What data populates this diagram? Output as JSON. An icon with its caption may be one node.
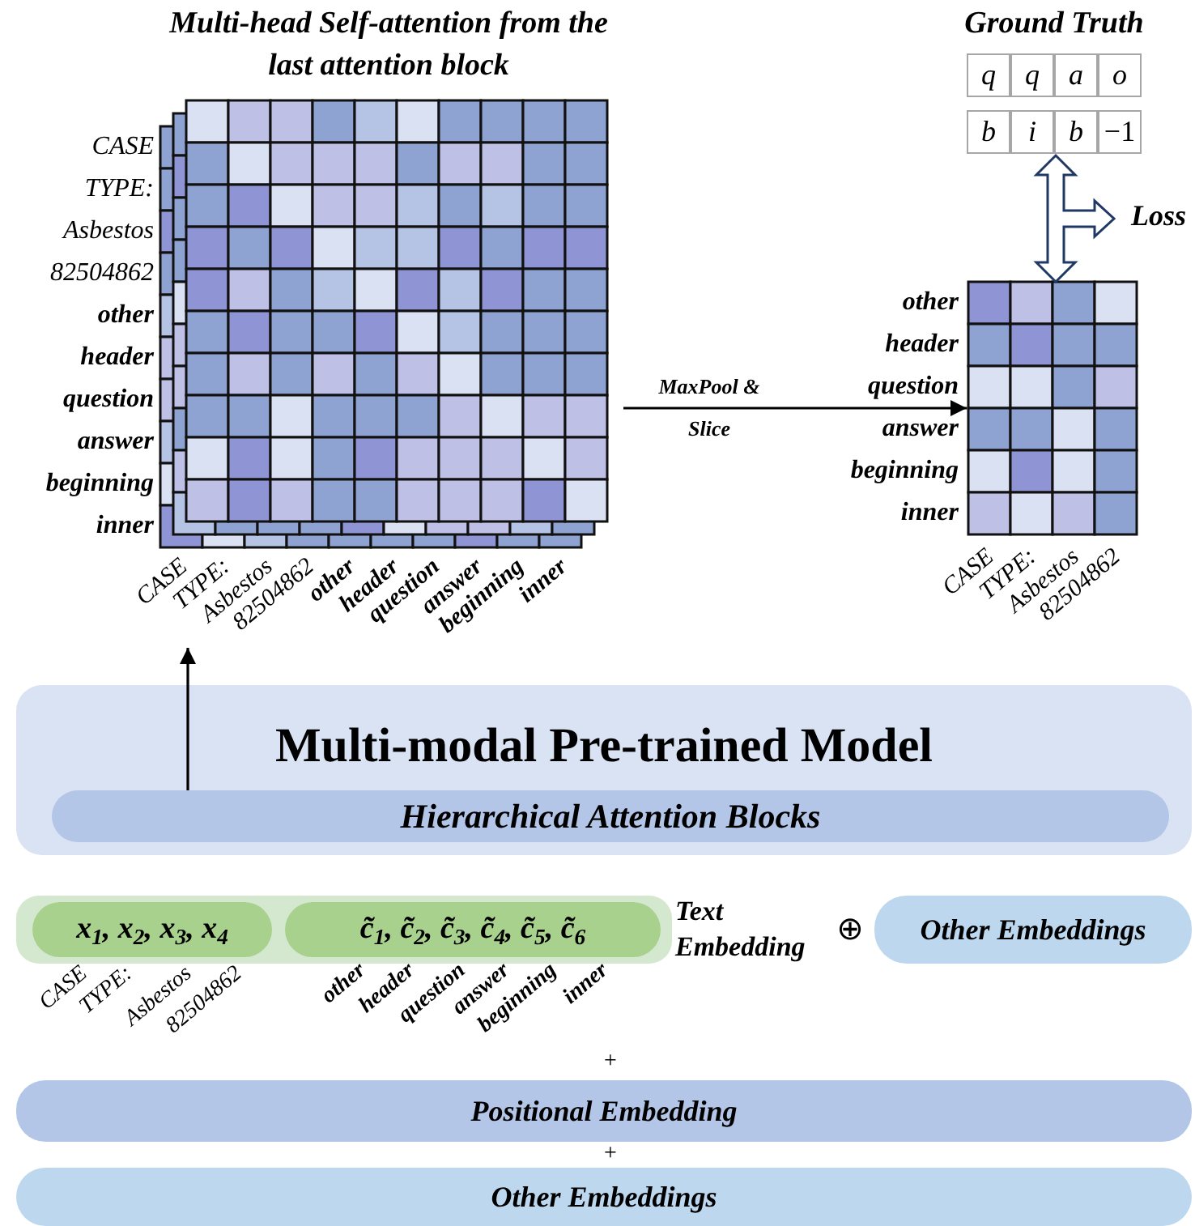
{
  "diagram": {
    "nodes": [
      {
        "text": [
          "Multi-head Self-attention from the last attention block"
        ],
        "beside": [
          "CASE",
          "TYPE:",
          "Asbestos",
          "82504862",
          "other",
          "header",
          "question",
          "answer",
          "beginning",
          "inner",
          "CASE",
          "TYPE:",
          "Asbestos",
          "82504862",
          "other",
          "header",
          "question",
          "answer",
          "beginning",
          "inner"
        ]
      },
      {
        "text": [
          "Ground Truth"
        ]
      },
      {
        "text": [],
        "shape": "picture",
        "beside": [
          "other",
          "header",
          "question",
          "answer",
          "beginning",
          "inner",
          "CASE",
          "TYPE:",
          "Asbestos",
          "82504862"
        ]
      },
      {
        "text": [
          "Multi-modal Pre-trained Model"
        ]
      },
      {
        "text": [
          "Hierarchical Attention Blocks"
        ],
        "in": 3
      },
      {
        "text": [
          "Text Embedding"
        ]
      },
      {
        "text": [
          "x$_{1}$, x$_{2}$, x$_{3}$, x$_{4}$"
        ],
        "in": 5
      },
      {
        "text": [
          "c̃$_{1}$, c̃$_{2}$, c̃$_{3}$, c̃$_{4}$, c̃$_{5}$, c̃$_{6}$"
        ],
        "in": 5
      },
      {
        "text": [
          "Other Embeddings"
        ]
      },
      {
        "text": [
          "Positional Embedding"
        ]
      },
      {
        "text": [
          "Other Embeddings"
        ]
      }
    ],
    "edges": [
      {
        "from": 4,
        "to": 0,
        "arrow": "to"
      },
      {
        "from": 0,
        "to": 2,
        "arrow": "to",
        "label": "MaxPool & Slice"
      },
      {
        "from": 2,
        "to": 1,
        "arrow": "both",
        "label": "Loss"
      }
    ],
    "labels": [
      "q",
      "q",
      "a",
      "o",
      "b",
      "i",
      "b",
      "−1",
      "⊕",
      "CASE",
      "TYPE:",
      "Asbestos",
      "82504862",
      "other",
      "header",
      "question",
      "answer",
      "beginning",
      "inner",
      "+",
      "+"
    ]
  }
}
